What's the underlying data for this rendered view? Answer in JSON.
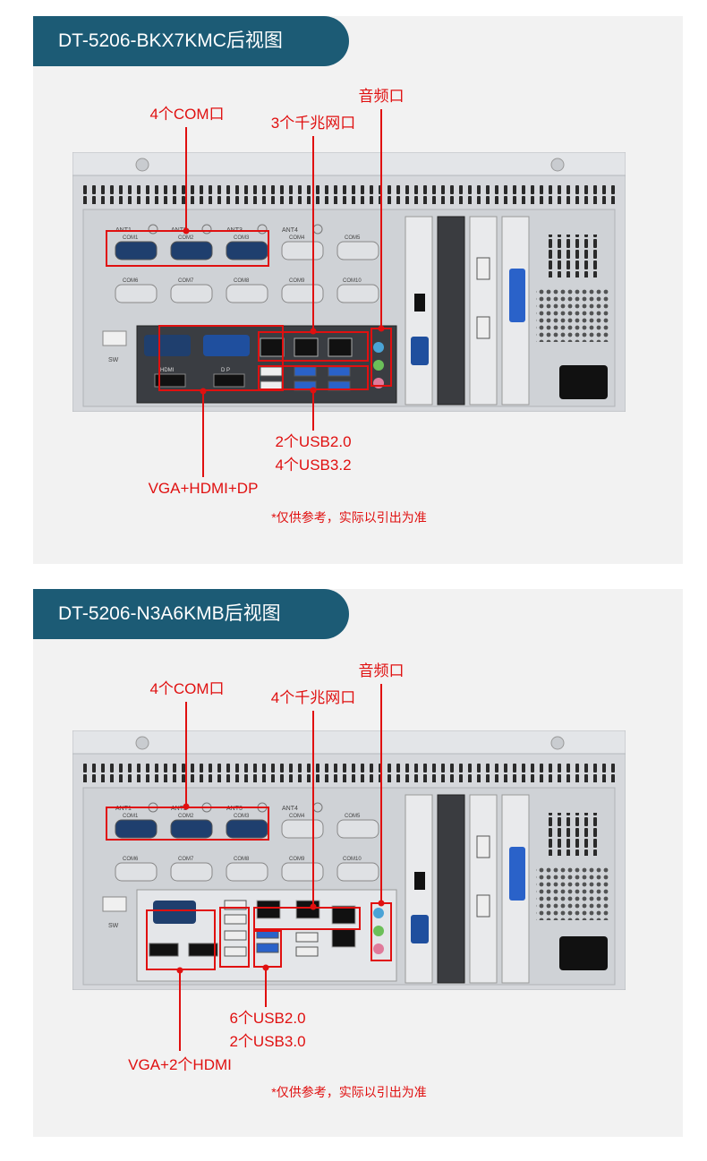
{
  "sections": [
    {
      "title": "DT-5206-BKX7KMC后视图",
      "labels": {
        "com": "4个COM口",
        "lan": "3个千兆网口",
        "audio": "音频口",
        "usb_line1": "2个USB2.0",
        "usb_line2": "4个USB3.2",
        "video": "VGA+HDMI+DP"
      },
      "note": "*仅供参考，实际以引出为准"
    },
    {
      "title": "DT-5206-N3A6KMB后视图",
      "labels": {
        "com": "4个COM口",
        "lan": "4个千兆网口",
        "audio": "音频口",
        "usb_line1": "6个USB2.0",
        "usb_line2": "2个USB3.0",
        "video": "VGA+2个HDMI"
      },
      "note": "*仅供参考，实际以引出为准"
    }
  ],
  "silkscreen": {
    "ant": [
      "ANT1",
      "ANT2",
      "ANT3",
      "ANT4"
    ],
    "com_row1": [
      "COM1",
      "COM2",
      "COM3",
      "COM4",
      "COM5"
    ],
    "com_row2": [
      "COM6",
      "COM7",
      "COM8",
      "COM9",
      "COM10"
    ],
    "sw": "SW",
    "hdmi": "HDMI",
    "dp": "D P"
  },
  "colors": {
    "title_bg": "#1c5b75",
    "callout": "#e01010",
    "panel_bg": "#f2f2f2",
    "chassis": "#d4d6da"
  }
}
